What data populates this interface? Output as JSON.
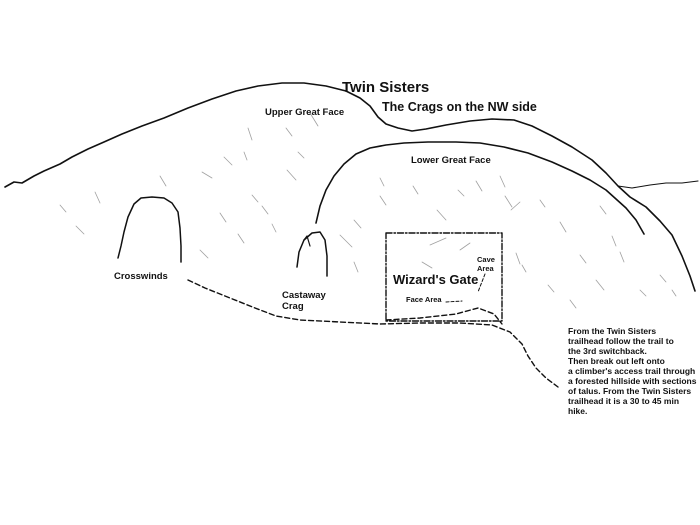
{
  "title": "Twin Sisters",
  "subtitle": "The Crags on the NW side",
  "labels": {
    "upper_great_face": "Upper Great Face",
    "lower_great_face": "Lower Great Face",
    "crosswinds": "Crosswinds",
    "castaway_crag": "Castaway\nCrag",
    "wizards_gate": "Wizard's Gate",
    "cave_area": "Cave\nArea",
    "face_area": "Face Area"
  },
  "directions": [
    "From the Twin Sisters",
    "trailhead follow the trail to",
    "the 3rd switchback.",
    "Then break out left onto",
    "a climber's access trail through",
    "a forested hillside with sections",
    "of talus. From the Twin Sisters",
    "trailhead it is a 30 to 45 min hike."
  ],
  "colors": {
    "ink": "#111111",
    "faint": "#9a9a9a",
    "background": "#ffffff"
  }
}
